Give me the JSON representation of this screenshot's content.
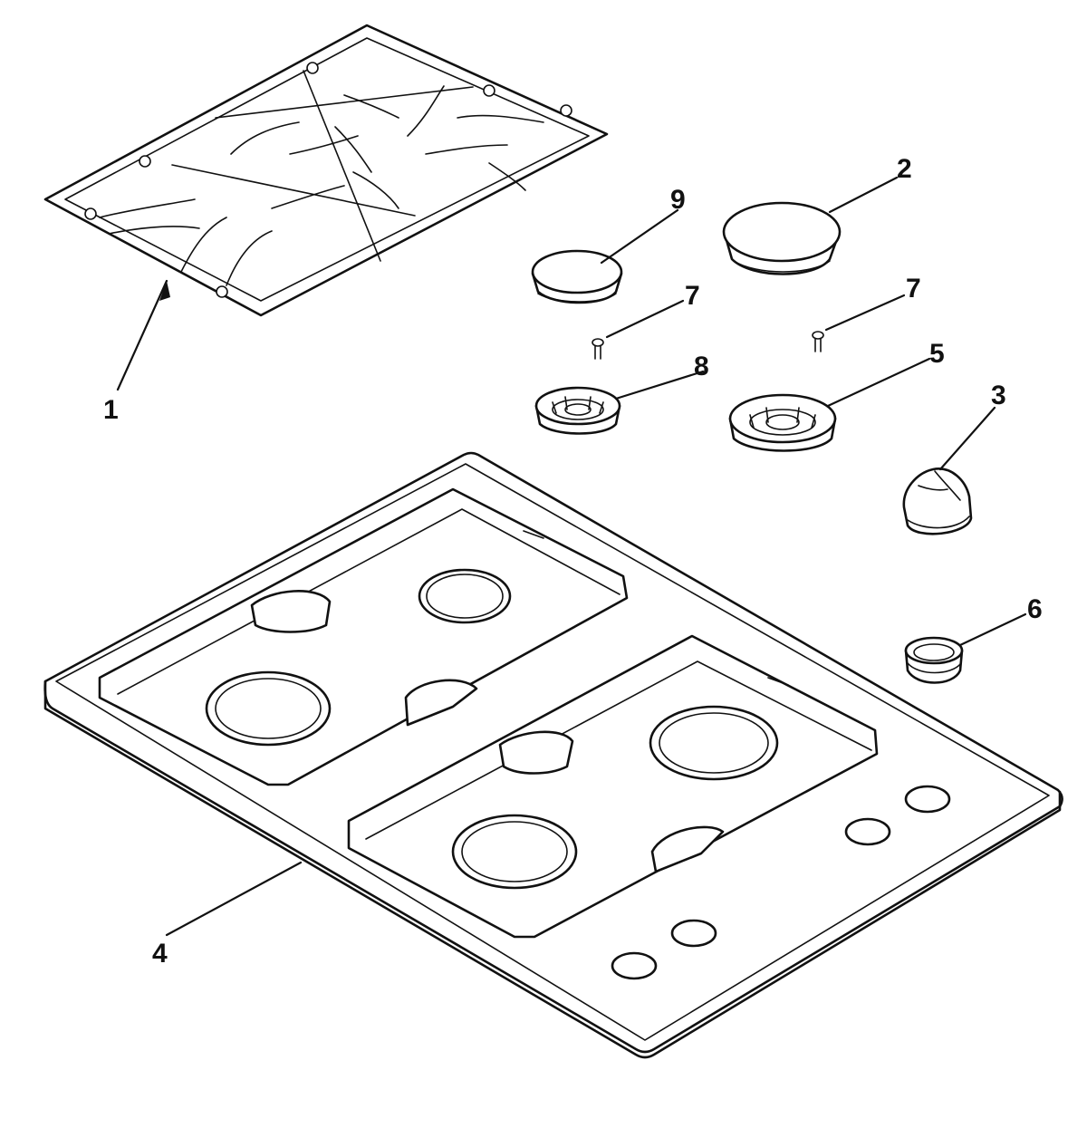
{
  "callouts": {
    "c1": "1",
    "c2": "2",
    "c3": "3",
    "c4": "4",
    "c5": "5",
    "c6": "6",
    "c7a": "7",
    "c7b": "7",
    "c8": "8",
    "c9": "9"
  },
  "colors": {
    "ink": "#111111",
    "paper": "#ffffff"
  }
}
